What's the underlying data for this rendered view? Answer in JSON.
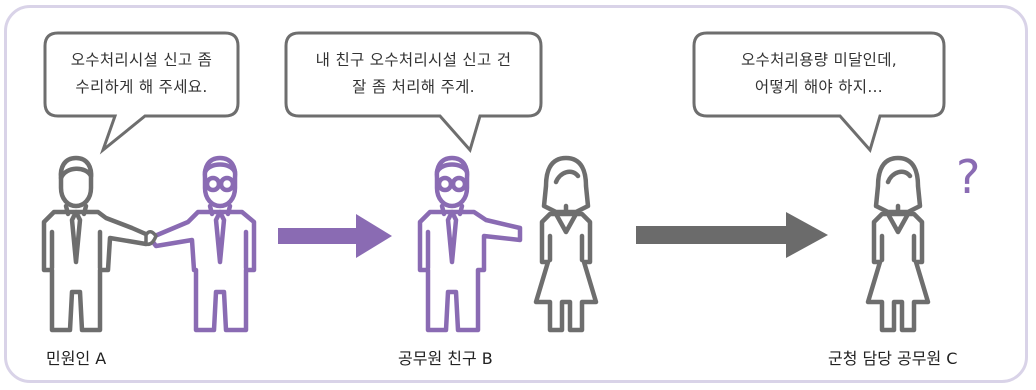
{
  "bubbles": {
    "a": {
      "line1": "오수처리시설 신고 좀",
      "line2": "수리하게 해 주세요."
    },
    "b": {
      "line1": "내 친구 오수처리시설 신고 건",
      "line2": "잘 좀 처리해 주게."
    },
    "c": {
      "line1": "오수처리용량 미달인데,",
      "line2": "어떻게 해야 하지…"
    }
  },
  "labels": {
    "a": "민원인 A",
    "b": "공무원 친구 B",
    "c": "군청 담당 공무원 C"
  },
  "question_mark": "?",
  "colors": {
    "purple": "#8a6bb3",
    "gray": "#6e6e6e",
    "arrow_gray": "#6b6b6b",
    "frame": "#d9d3e8"
  }
}
